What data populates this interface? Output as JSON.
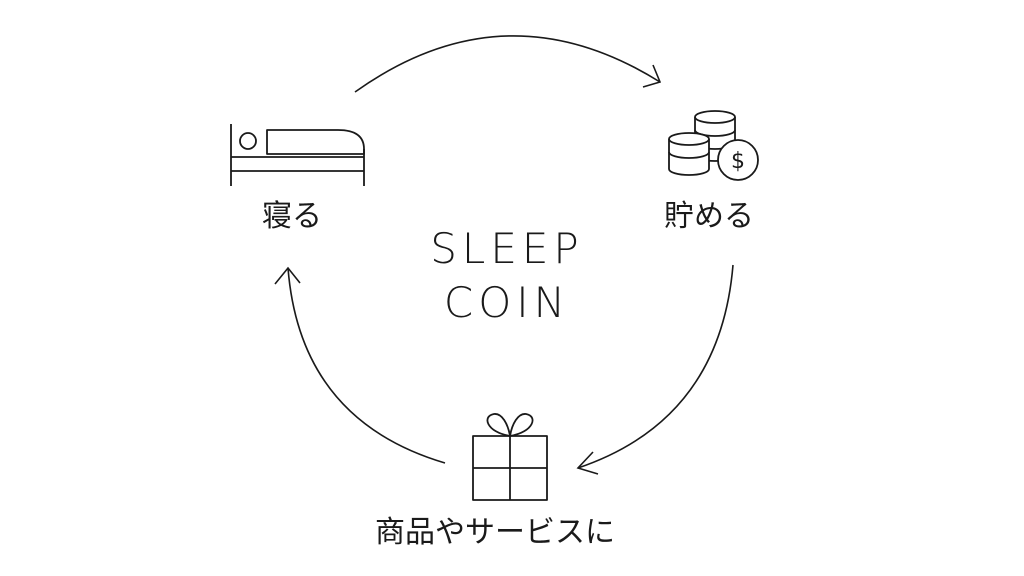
{
  "title": {
    "line1": "SLEEP",
    "line2": "COIN"
  },
  "steps": [
    {
      "label": "寝る",
      "icon": "bed-icon"
    },
    {
      "label": "貯める",
      "icon": "coins-icon"
    },
    {
      "label": "商品やサービスに",
      "icon": "gift-icon"
    }
  ],
  "colors": {
    "stroke": "#1a1a1a",
    "background": "#ffffff"
  }
}
